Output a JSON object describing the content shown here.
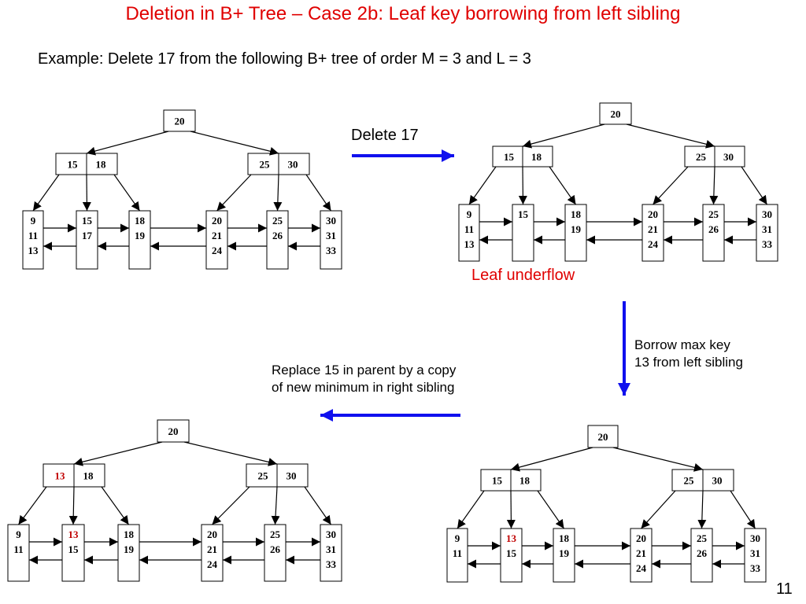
{
  "slide": {
    "title": "Deletion in B+ Tree – Case 2b: Leaf key borrowing from left sibling",
    "example": "Example: Delete 17 from the following B+ tree of order M = 3 and L = 3",
    "page_number": "11"
  },
  "captions": {
    "delete": "Delete 17",
    "underflow": "Leaf underflow",
    "borrow_line1": "Borrow max key",
    "borrow_line2": "13 from left sibling",
    "replace_line1": "Replace 15 in parent by a copy",
    "replace_line2": "of new minimum in right sibling"
  },
  "colors": {
    "title": "#e00000",
    "underflow": "#e00000",
    "arrow": "#1010ee",
    "changed_key": "#c00000"
  },
  "trees": [
    {
      "label": "original",
      "root": [
        "20"
      ],
      "internal": [
        [
          "15",
          "18"
        ],
        [
          "25",
          "30"
        ]
      ],
      "leaves": [
        [
          "9",
          "11",
          "13"
        ],
        [
          "15",
          "17"
        ],
        [
          "18",
          "19"
        ],
        [
          "20",
          "21",
          "24"
        ],
        [
          "25",
          "26"
        ],
        [
          "30",
          "31",
          "33"
        ]
      ],
      "highlight": []
    },
    {
      "label": "after-delete",
      "root": [
        "20"
      ],
      "internal": [
        [
          "15",
          "18"
        ],
        [
          "25",
          "30"
        ]
      ],
      "leaves": [
        [
          "9",
          "11",
          "13"
        ],
        [
          "15"
        ],
        [
          "18",
          "19"
        ],
        [
          "20",
          "21",
          "24"
        ],
        [
          "25",
          "26"
        ],
        [
          "30",
          "31",
          "33"
        ]
      ],
      "highlight": []
    },
    {
      "label": "after-borrow",
      "root": [
        "20"
      ],
      "internal": [
        [
          "15",
          "18"
        ],
        [
          "25",
          "30"
        ]
      ],
      "leaves": [
        [
          "9",
          "11"
        ],
        [
          "13",
          "15"
        ],
        [
          "18",
          "19"
        ],
        [
          "20",
          "21",
          "24"
        ],
        [
          "25",
          "26"
        ],
        [
          "30",
          "31",
          "33"
        ]
      ],
      "highlight": [
        "leaf:1:0"
      ]
    },
    {
      "label": "after-replace",
      "root": [
        "20"
      ],
      "internal": [
        [
          "13",
          "18"
        ],
        [
          "25",
          "30"
        ]
      ],
      "leaves": [
        [
          "9",
          "11"
        ],
        [
          "13",
          "15"
        ],
        [
          "18",
          "19"
        ],
        [
          "20",
          "21",
          "24"
        ],
        [
          "25",
          "26"
        ],
        [
          "30",
          "31",
          "33"
        ]
      ],
      "highlight": [
        "internal:0:0",
        "leaf:1:0"
      ]
    }
  ]
}
